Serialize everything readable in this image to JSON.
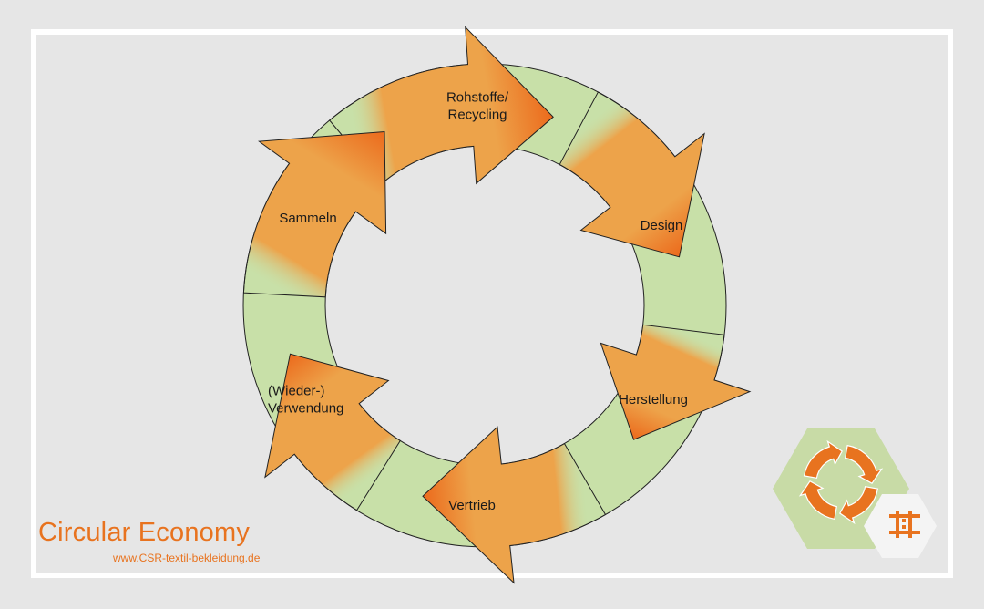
{
  "diagram": {
    "stages": [
      {
        "label_lines": [
          "Rohstoffe/",
          "Recycling"
        ]
      },
      {
        "label_lines": [
          "Design"
        ]
      },
      {
        "label_lines": [
          "Herstellung"
        ]
      },
      {
        "label_lines": [
          "Vertrieb"
        ]
      },
      {
        "label_lines": [
          "(Wieder-)",
          "Verwendung"
        ]
      },
      {
        "label_lines": [
          "Sammeln"
        ]
      }
    ],
    "colors": {
      "ring_green": "#c8e0a8",
      "arrow_orange_light": "#eda34a",
      "arrow_orange_dark": "#ec6a1c",
      "outline": "#222222",
      "background": "#e6e6e6",
      "frame": "#ffffff"
    }
  },
  "branding": {
    "title": "Circular Economy",
    "url": "www.CSR-textil-bekleidung.de",
    "logo_icons": [
      "circular-arrows-icon",
      "hashtag-icon"
    ],
    "colors": {
      "text": "#e8731f",
      "hexagon_green": "#c8dba6",
      "hexagon_white": "#f4f4f4",
      "icon_orange": "#e8731f"
    }
  }
}
